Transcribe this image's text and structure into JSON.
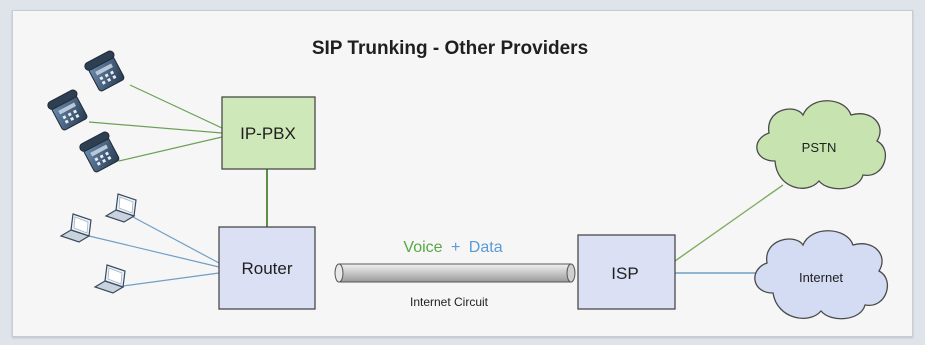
{
  "title": "SIP Trunking - Other Providers",
  "nodes": {
    "ippbx": {
      "label": "IP-PBX",
      "fill": "#cfe8b9",
      "stroke": "#4a4a4a"
    },
    "router": {
      "label": "Router",
      "fill": "#dbe0f4",
      "stroke": "#4a4a4a"
    },
    "isp": {
      "label": "ISP",
      "fill": "#dbe0f4",
      "stroke": "#4a4a4a"
    },
    "pstn": {
      "label": "PSTN",
      "fill": "#c7e3b0",
      "stroke": "#4a4a4a"
    },
    "internet": {
      "label": "Internet",
      "fill": "#d4dcf4",
      "stroke": "#4a4a4a"
    }
  },
  "circuit": {
    "voice_label": "Voice",
    "plus_label": "+",
    "data_label": "Data",
    "caption": "Internet Circuit",
    "voice_color": "#5aa744",
    "data_color": "#5b9bd5"
  },
  "devices": {
    "phone_icon": "desk-phone-icon",
    "phone_count": 3,
    "laptop_icon": "laptop-icon",
    "laptop_count": 3
  },
  "colors": {
    "phone_line": "#6aa255",
    "laptop_line": "#6f9fc6",
    "pstn_line": "#7fae61",
    "internet_line": "#6f9fc6",
    "router_pbx_link": "#5c8f45"
  }
}
